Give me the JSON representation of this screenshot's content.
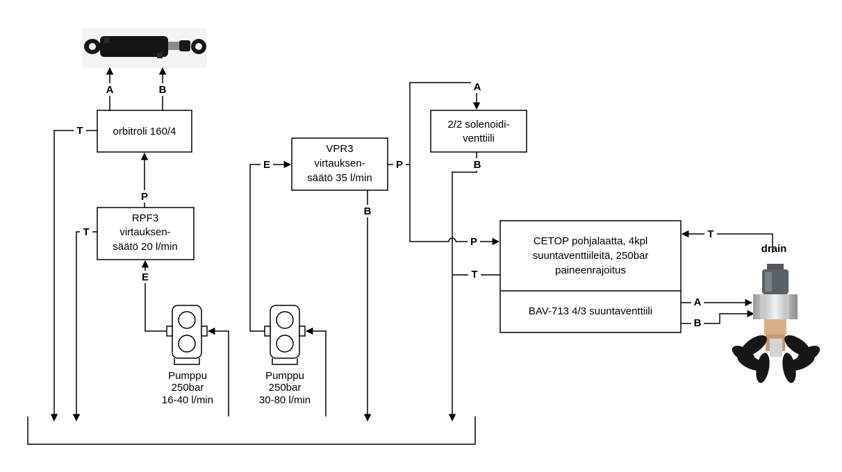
{
  "components": {
    "orbitrol": {
      "label": "orbitroli 160/4"
    },
    "rpf3": {
      "lines": [
        "RPF3",
        "virtauksen-",
        "säätö 20 l/min"
      ]
    },
    "vpr3": {
      "lines": [
        "VPR3",
        "virtauksen-",
        "säätö 35 l/min"
      ]
    },
    "solenoid": {
      "lines": [
        "2/2 solenoidi-",
        "venttiili"
      ]
    },
    "cetop": {
      "lines": [
        "CETOP pohjalaatta, 4kpl",
        "suuntaventtiileitä, 250bar",
        "paineenrajoitus"
      ]
    },
    "bav": {
      "label": "BAV-713 4/3 suuntaventtiili"
    },
    "pump1": {
      "lines": [
        "Pumppu",
        "250bar",
        "16-40 l/min"
      ]
    },
    "pump2": {
      "lines": [
        "Pumppu",
        "250bar",
        "30-80 l/min"
      ]
    },
    "cylinder": {
      "icon": "hydraulic-cylinder-icon"
    },
    "thruster": {
      "icon": "thruster-motor-icon",
      "drain_label": "drain"
    }
  },
  "ports": {
    "orb_a": "A",
    "orb_b": "B",
    "orb_t": "T",
    "orb_p": "P",
    "rpf_t": "T",
    "rpf_e": "E",
    "vpr_e": "E",
    "vpr_p": "P",
    "vpr_b": "B",
    "sol_a": "A",
    "sol_b": "B",
    "cetop_p": "P",
    "cetop_t": "T",
    "cetop_drain_t": "T",
    "bav_a": "A",
    "bav_b": "B"
  }
}
